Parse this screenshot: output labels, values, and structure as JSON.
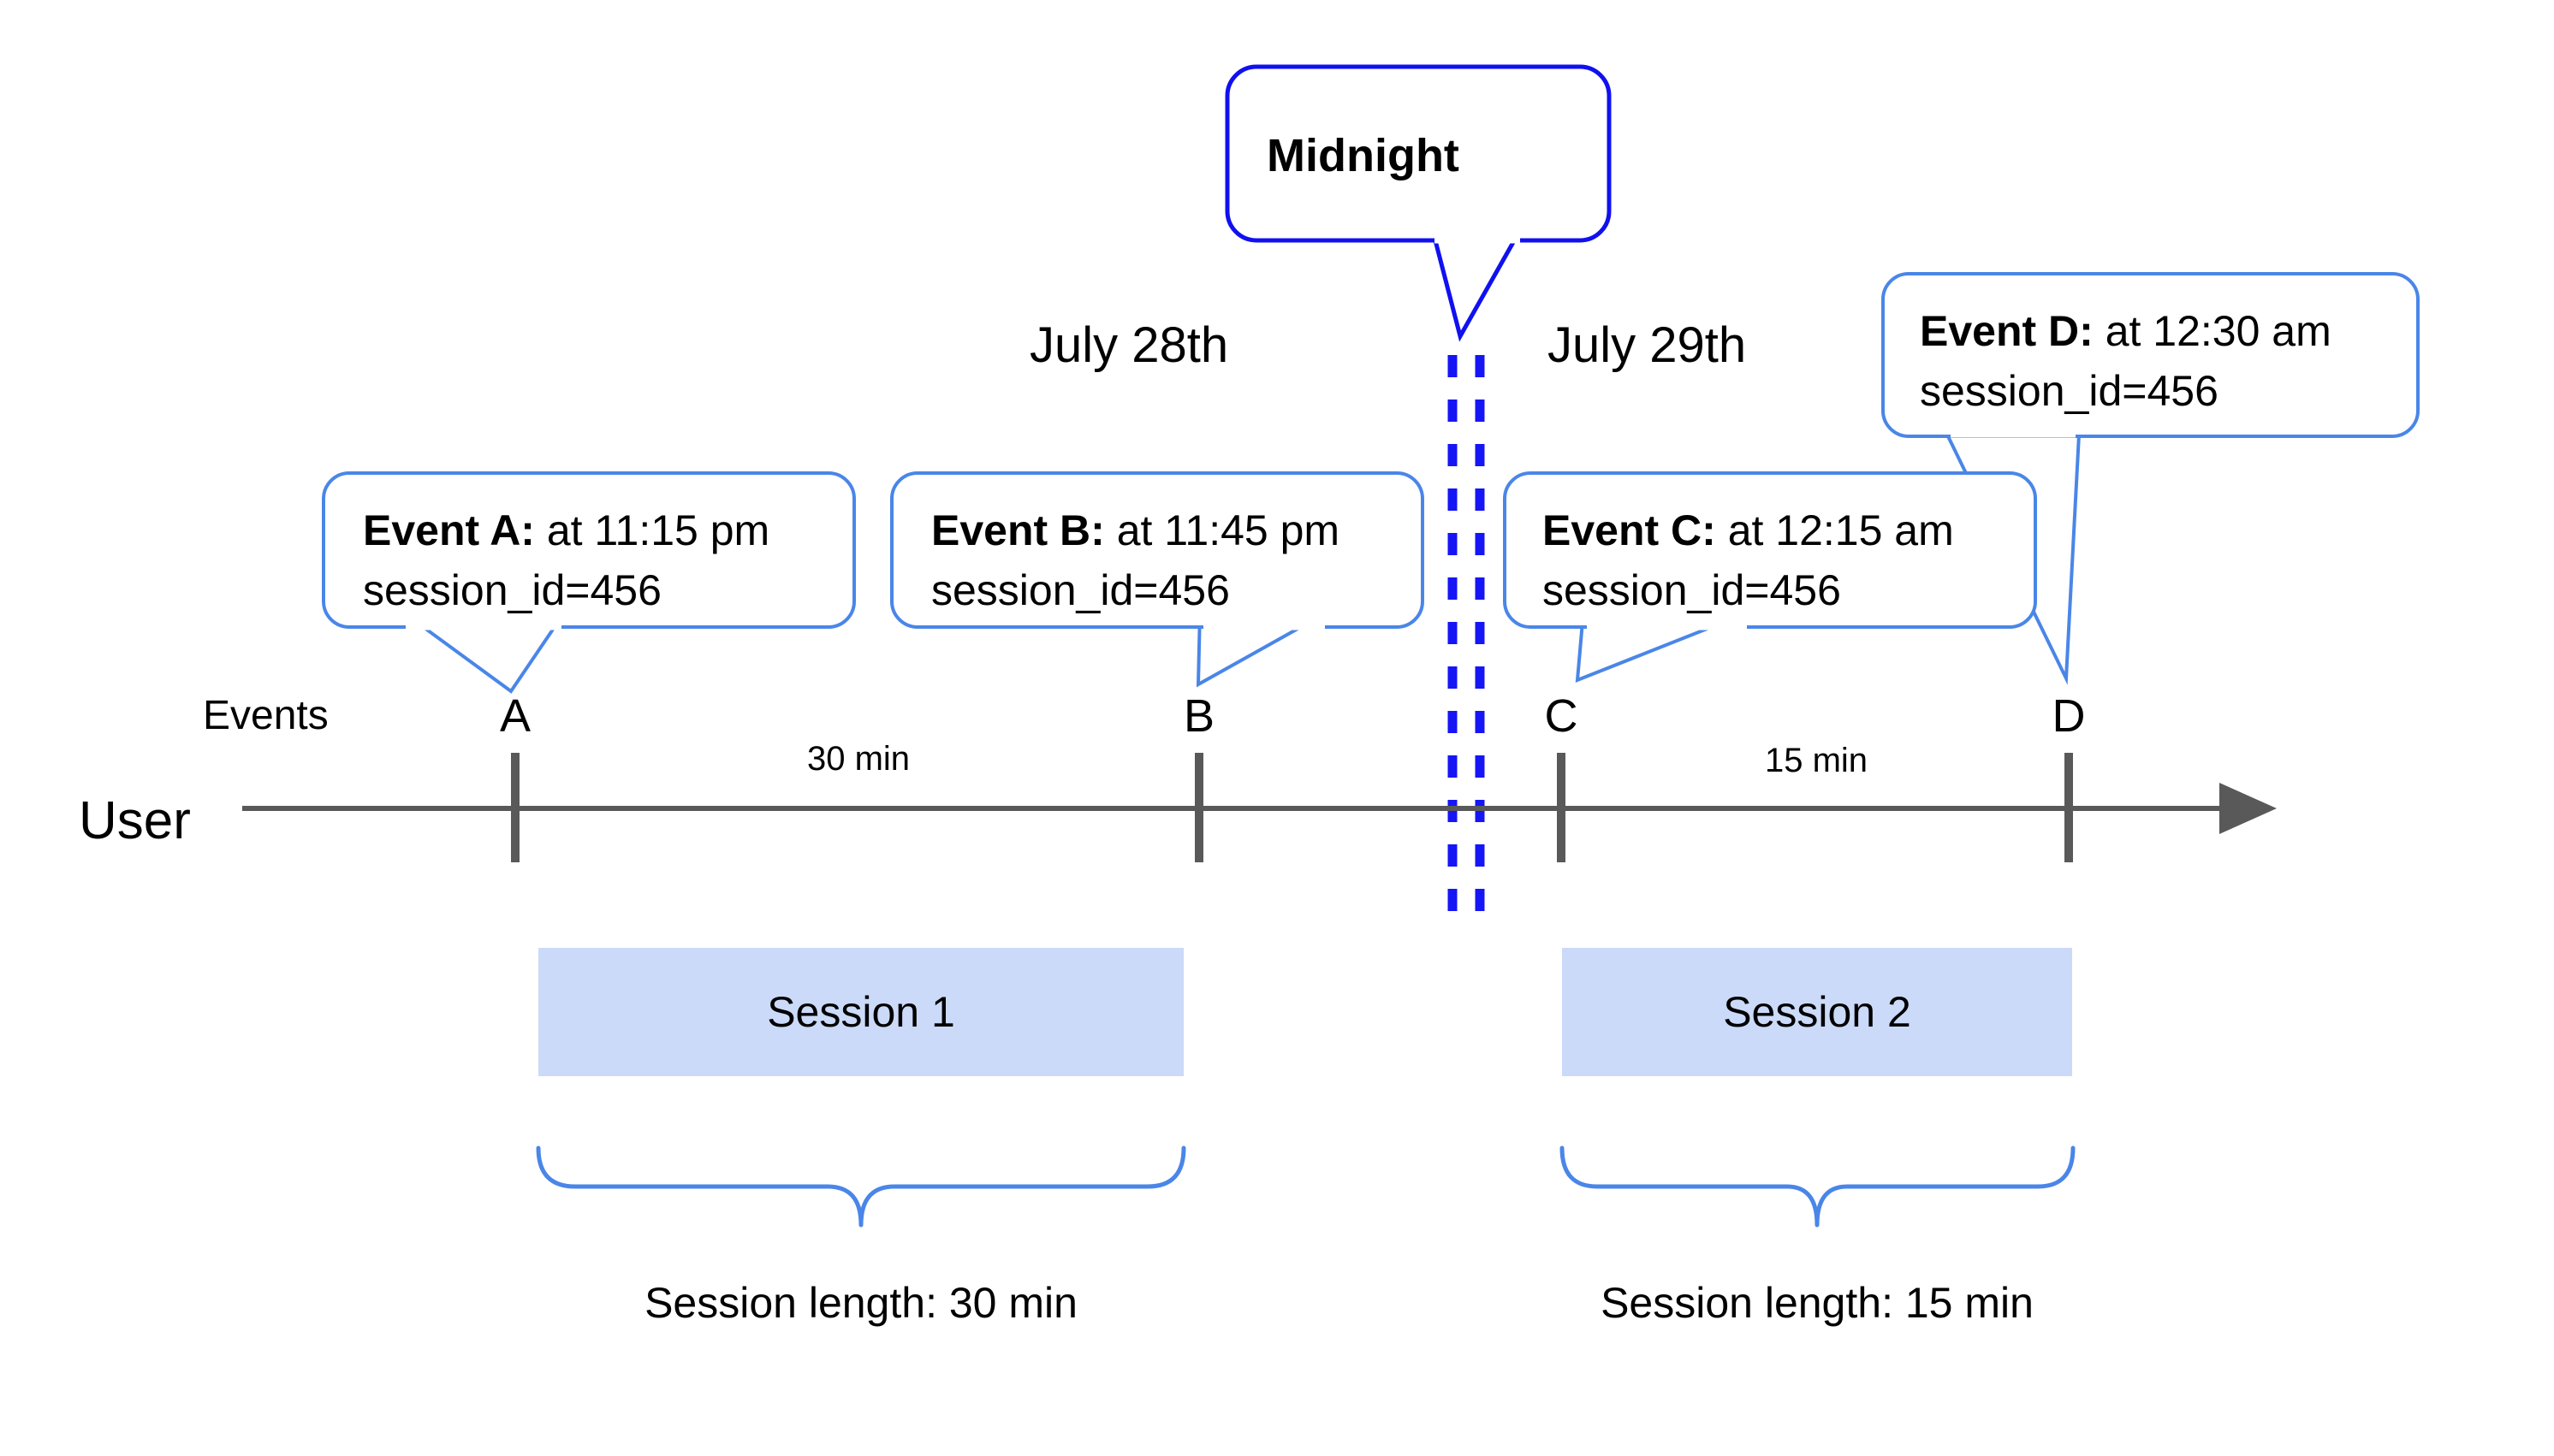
{
  "diagram": {
    "title_callout": {
      "label": "Midnight"
    },
    "dates": {
      "left": "July 28th",
      "right": "July 29th"
    },
    "lanes": {
      "events_label": "Events",
      "user_label": "User"
    },
    "events": [
      {
        "marker": "A",
        "bold_prefix": "Event A:",
        "detail": " at 11:15 pm",
        "line2": "session_id=456"
      },
      {
        "marker": "B",
        "bold_prefix": "Event B:",
        "detail": " at 11:45 pm",
        "line2": "session_id=456"
      },
      {
        "marker": "C",
        "bold_prefix": "Event C:",
        "detail": " at 12:15 am",
        "line2": "session_id=456"
      },
      {
        "marker": "D",
        "bold_prefix": "Event D:",
        "detail": " at 12:30 am",
        "line2": "session_id=456"
      }
    ],
    "durations": [
      {
        "label": "30 min"
      },
      {
        "label": "15 min"
      }
    ],
    "sessions": [
      {
        "name": "Session 1",
        "length_label": "Session length: 30 min"
      },
      {
        "name": "Session 2",
        "length_label": "Session length: 15 min"
      }
    ],
    "colors": {
      "callout_stroke": "#4a86e8",
      "midnight_stroke": "#1010f0",
      "midnight_dash": "#1515f5",
      "session_fill": "#cbdaf8",
      "axis": "#595959",
      "text": "#000000",
      "background": "#ffffff"
    }
  }
}
